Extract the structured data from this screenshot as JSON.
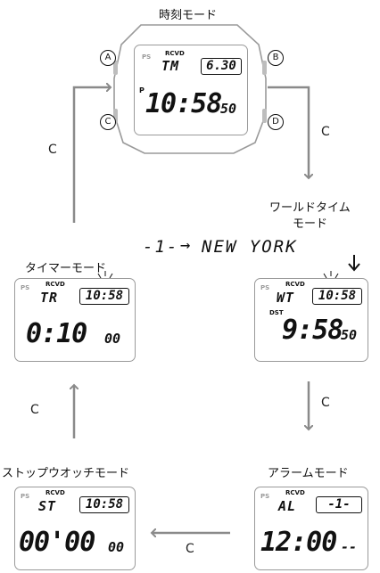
{
  "modes": {
    "timekeeping": {
      "title": "時刻モード",
      "ps": "PS",
      "rcvd": "RCVD",
      "mode": "TM",
      "date": "6.30",
      "pm": "P",
      "time": "10:58",
      "seconds": "50"
    },
    "world_time": {
      "title_line1": "ワールドタイム",
      "title_line2": "モード",
      "city_code": "-1-",
      "city_arrow": "→",
      "city_name": "NEW YORK",
      "ps": "PS",
      "rcvd": "RCVD",
      "mode": "WT",
      "box": "10:58",
      "dst": "DST",
      "time": "9:58",
      "seconds": "50"
    },
    "alarm": {
      "title": "アラームモード",
      "ps": "PS",
      "rcvd": "RCVD",
      "mode": "AL",
      "box": "-1-",
      "time": "12:00",
      "suffix": "--"
    },
    "stopwatch": {
      "title": "ストップウオッチモード",
      "ps": "PS",
      "rcvd": "RCVD",
      "mode": "ST",
      "box": "10:58",
      "time": "00'00",
      "hundredths": "00"
    },
    "timer": {
      "title": "タイマーモード",
      "ps": "PS",
      "rcvd": "RCVD",
      "mode": "TR",
      "box": "10:58",
      "time": "0:10",
      "seconds": "00"
    }
  },
  "buttons": {
    "a": "A",
    "b": "B",
    "c": "C",
    "d": "D"
  },
  "transitions": {
    "tm_to_wt": "C",
    "wt_to_al": "C",
    "al_to_st": "C",
    "st_to_tr": "C",
    "tr_to_tm": "C"
  },
  "colors": {
    "arrow": "#8a8a8a",
    "frame": "#9a9a9a",
    "ink": "#111111"
  }
}
